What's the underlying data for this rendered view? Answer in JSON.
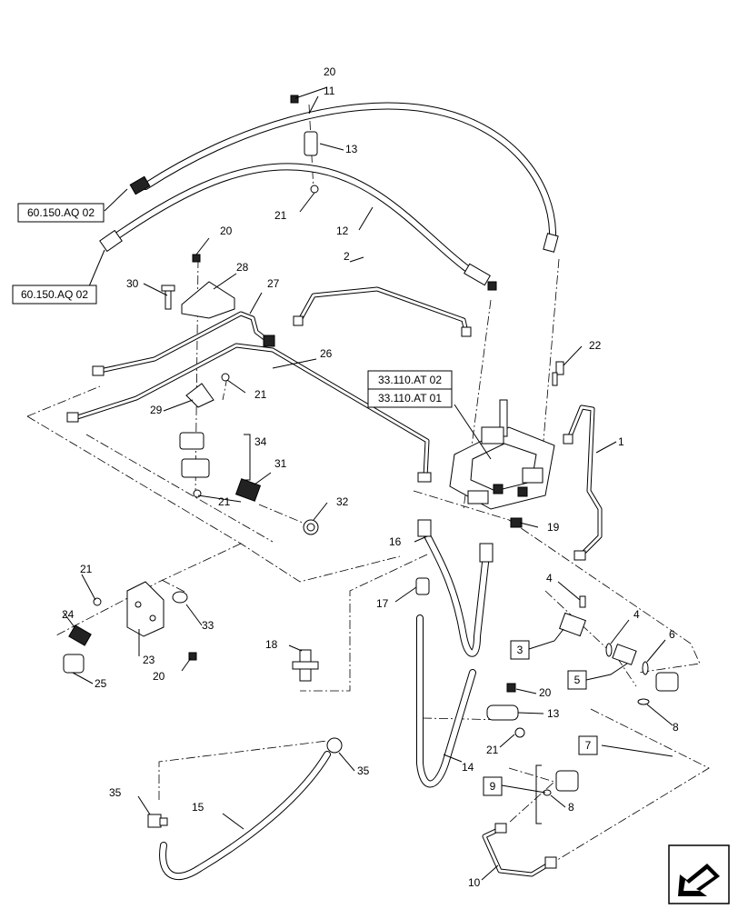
{
  "callouts": {
    "c1": "1",
    "c2": "2",
    "c4a": "4",
    "c4b": "4",
    "c6": "6",
    "c8a": "8",
    "c8b": "8",
    "c10": "10",
    "c11": "11",
    "c12": "12",
    "c13a": "13",
    "c13b": "13",
    "c14": "14",
    "c15": "15",
    "c16": "16",
    "c17": "17",
    "c18": "18",
    "c19": "19",
    "c20a": "20",
    "c20b": "20",
    "c20c": "20",
    "c20d": "20",
    "c21a": "21",
    "c21b": "21",
    "c21c": "21",
    "c21d": "21",
    "c21e": "21",
    "c22": "22",
    "c23": "23",
    "c24": "24",
    "c25": "25",
    "c26": "26",
    "c27": "27",
    "c28": "28",
    "c29": "29",
    "c30": "30",
    "c31": "31",
    "c32": "32",
    "c33": "33",
    "c34": "34",
    "c35a": "35",
    "c35b": "35"
  },
  "boxed_callouts": {
    "b3": "3",
    "b5": "5",
    "b7": "7",
    "b9": "9"
  },
  "references": {
    "ref_aq_top": "60.150.AQ 02",
    "ref_aq_bottom": "60.150.AQ 02",
    "ref_at02": "33.110.AT 02",
    "ref_at01": "33.110.AT 01"
  },
  "colors": {
    "line": "#000000",
    "background": "#ffffff"
  },
  "icons": {
    "nav": "next-page-arrow-icon"
  }
}
